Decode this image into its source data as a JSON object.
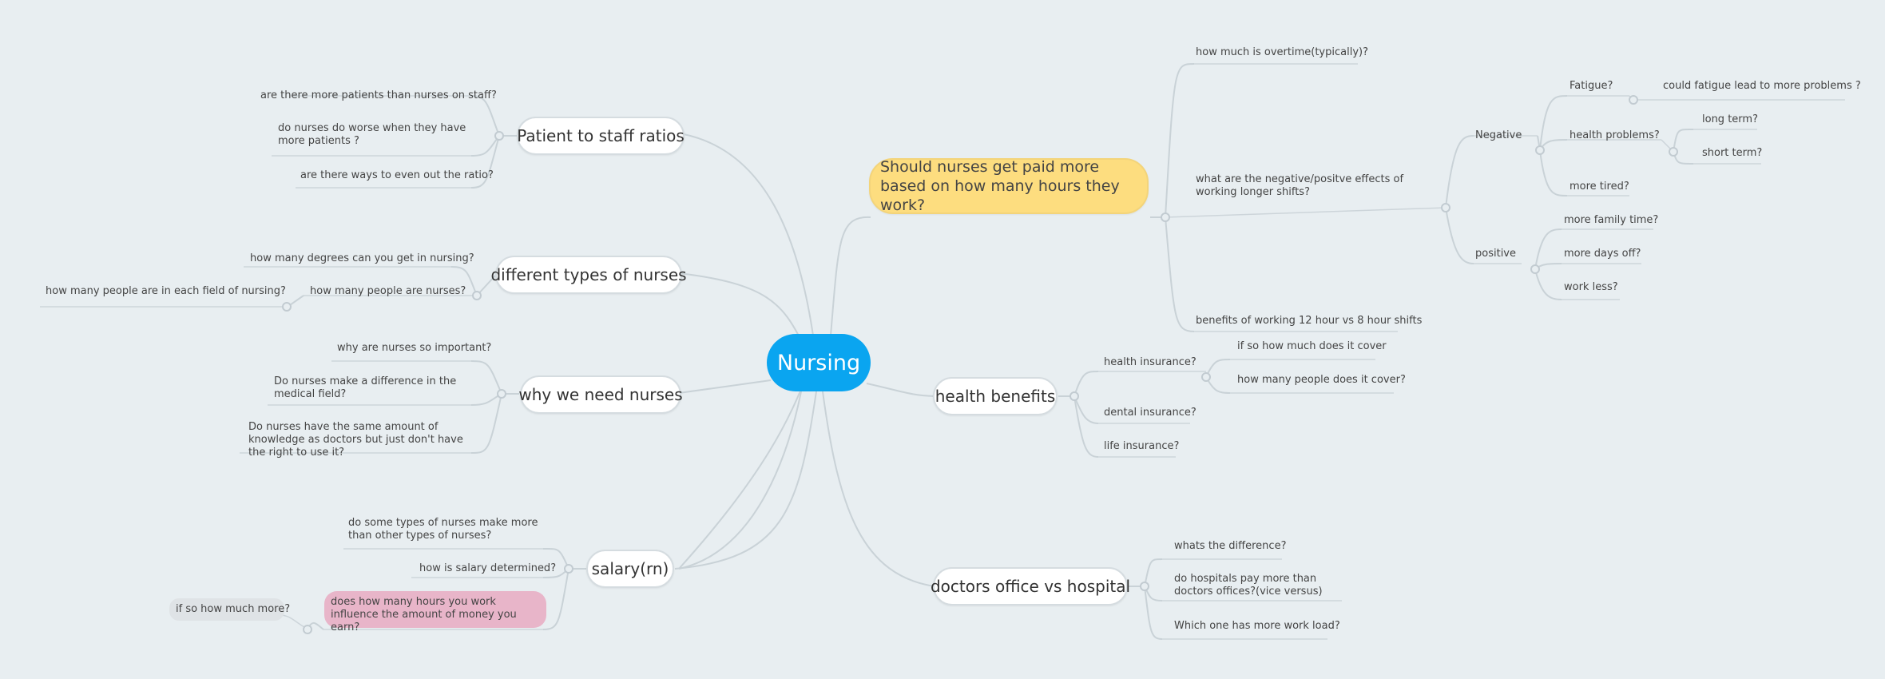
{
  "center": "Nursing",
  "left": {
    "ratios": {
      "label": "Patient to staff ratios",
      "items": [
        "are there more patients than nurses on staff?",
        "do nurses do worse when they have more patients ?",
        "are there ways to even out the ratio?"
      ]
    },
    "types": {
      "label": "different types of nurses",
      "item1": "how many degrees can you get in nursing?",
      "item2": "how many people are nurses?",
      "item2_child": "how many people are in each field of nursing?"
    },
    "why": {
      "label": "why we need nurses",
      "items": [
        "why are nurses so important?",
        "Do nurses make a difference in the medical field?",
        "Do nurses have the same amount of knowledge as doctors but just don't have the right to use it?"
      ]
    },
    "salary": {
      "label": "salary(rn)",
      "items": [
        "do some types of nurses make more than other types of nurses?",
        "how is salary determined?",
        "does how many hours you work influence the amount of money you earn?"
      ],
      "child": "if so how much more?"
    }
  },
  "right": {
    "paid": {
      "label": "Should nurses get paid more based on how many hours they work?",
      "overtime": "how much is overtime(typically)?",
      "effects": "what are the negative/positve effects of working longer shifts?",
      "negative": "Negative",
      "fatigue": "Fatigue?",
      "fatigue_child": "could fatigue lead to more problems ?",
      "health_problems": "health problems?",
      "long_term": "long term?",
      "short_term": "short term?",
      "more_tired": "more tired?",
      "positive": "positive",
      "family_time": "more family time?",
      "days_off": "more days off?",
      "work_less": "work less?",
      "benefits": "benefits of working 12 hour vs 8 hour shifts"
    },
    "health": {
      "label": "health benefits",
      "insurance": "health insurance?",
      "ins_children": [
        "if so how much does it cover",
        "how many people does it cover?"
      ],
      "dental": "dental insurance?",
      "life": "life insurance?"
    },
    "office": {
      "label": "doctors office vs hospital",
      "items": [
        "whats the difference?",
        "do hospitals pay more than doctors offices?(vice versus)",
        "Which one has more work load?"
      ]
    }
  },
  "colors": {
    "background": "#e8eef1",
    "center": "#0aa5f0",
    "highlight_yellow": "#fddd7f",
    "highlight_pink": "#e8b5c9",
    "highlight_gray": "#dfe3e6",
    "lines": "#c9d2d7"
  }
}
